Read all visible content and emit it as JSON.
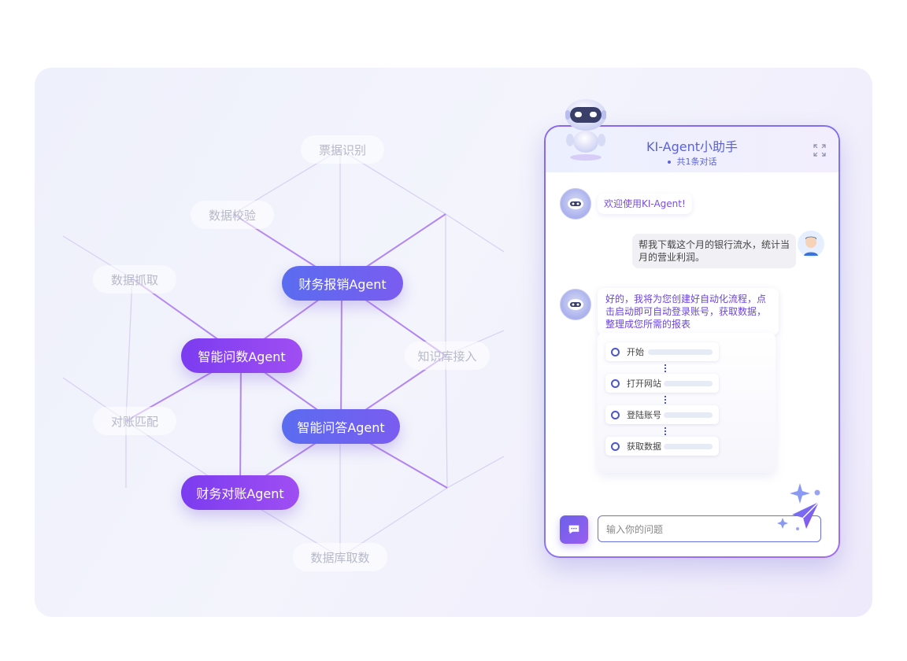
{
  "network": {
    "active_nodes": [
      {
        "label": "财务报销Agent",
        "style": "blue"
      },
      {
        "label": "智能问数Agent",
        "style": "purple"
      },
      {
        "label": "智能问答Agent",
        "style": "blue"
      },
      {
        "label": "财务对账Agent",
        "style": "purple"
      }
    ],
    "ghost_nodes": [
      {
        "label": "票据识别"
      },
      {
        "label": "数据校验"
      },
      {
        "label": "数据抓取"
      },
      {
        "label": "知识库接入"
      },
      {
        "label": "对账匹配"
      },
      {
        "label": "数据库取数"
      }
    ]
  },
  "chat": {
    "title": "KI-Agent小助手",
    "subtitle": "共1条对话",
    "messages": {
      "bot_welcome": "欢迎使用KI-Agent!",
      "user_request": "帮我下载这个月的银行流水，统计当月的营业利润。",
      "bot_reply": "好的，我将为您创建好自动化流程，点击启动即可自动登录账号，获取数据，整理成您所需的报表"
    },
    "steps": [
      {
        "label": "开始"
      },
      {
        "label": "打开网站"
      },
      {
        "label": "登陆账号"
      },
      {
        "label": "获取数据"
      }
    ],
    "input_placeholder": "输入你的问题"
  },
  "colors": {
    "accent_blue": "#5a6cf0",
    "accent_purple": "#8b45f0",
    "ghost_text": "#b6b9c8",
    "title_blue": "#5a63d6"
  },
  "icons": [
    "robot-mascot-icon",
    "expand-icon",
    "bot-avatar-icon",
    "user-avatar-icon",
    "message-icon",
    "send-sparkle-icon"
  ]
}
